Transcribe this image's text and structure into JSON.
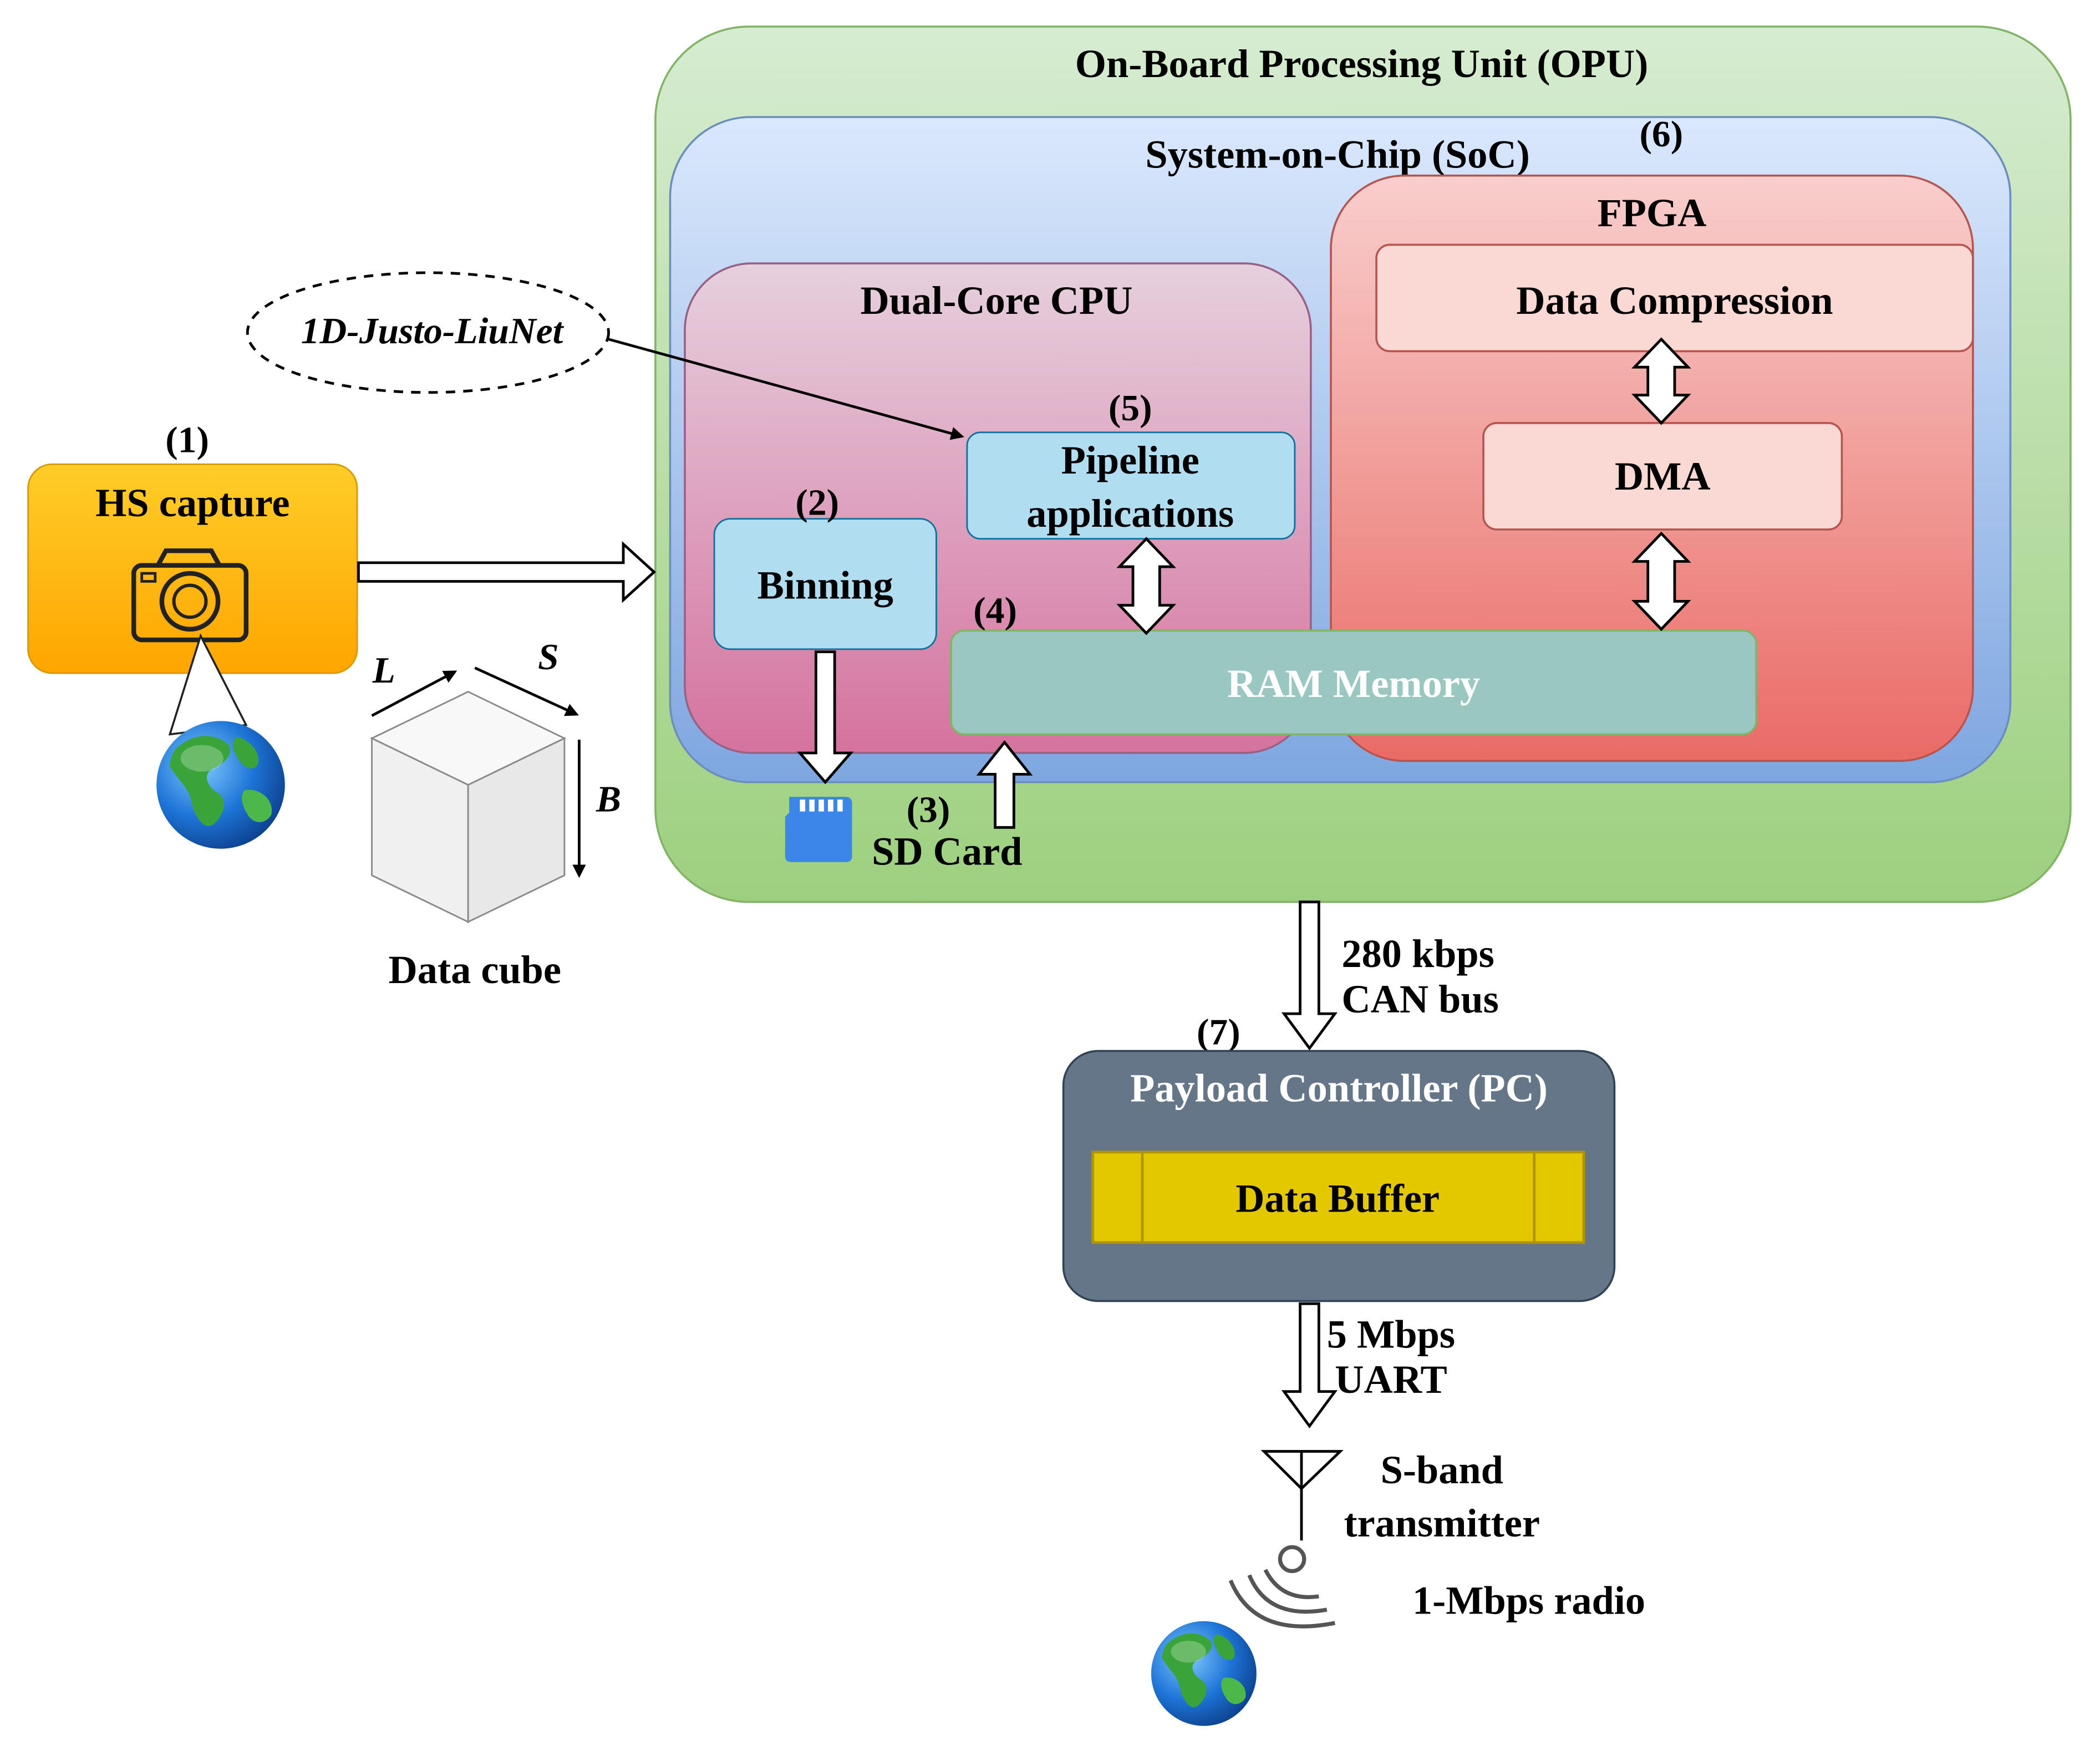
{
  "opu": {
    "title": "On-Board Processing Unit (OPU)"
  },
  "soc": {
    "title": "System-on-Chip (SoC)",
    "step": "(6)"
  },
  "fpga": {
    "title": "FPGA",
    "compression": "Data Compression",
    "dma": "DMA"
  },
  "cpu": {
    "title": "Dual-Core CPU",
    "binning": "Binning",
    "binning_step": "(2)",
    "pipeline_line1": "Pipeline",
    "pipeline_line2": "applications",
    "pipeline_step": "(5)",
    "ram": "RAM Memory",
    "ram_step": "(4)"
  },
  "sd_card": {
    "label": "SD Card",
    "step": "(3)"
  },
  "network": {
    "label": "1D-Justo-LiuNet"
  },
  "capture": {
    "title": "HS capture",
    "step": "(1)"
  },
  "cube": {
    "label": "Data cube",
    "axis_l": "L",
    "axis_s": "S",
    "axis_b": "B"
  },
  "link_can": {
    "rate": "280 kbps",
    "name": "CAN bus"
  },
  "pc": {
    "title": "Payload Controller (PC)",
    "step": "(7)",
    "buffer": "Data Buffer"
  },
  "link_uart": {
    "rate": "5 Mbps",
    "name": "UART"
  },
  "transmitter": {
    "line1": "S-band",
    "line2": "transmitter"
  },
  "radio": {
    "label": "1-Mbps radio"
  },
  "icons": [
    "camera-icon",
    "earth-globe-icon",
    "sd-card-icon",
    "antenna-icon",
    "radio-waves-icon"
  ],
  "colors": {
    "opu_fill": "#b5dca6",
    "soc_fill": "#c9ddf6",
    "fpga_fill": "#f2a8a6",
    "cpu_fill": "#dca0c0",
    "light_blue_box": "#abdaee",
    "ram_fill": "#9ecbbf",
    "capture_fill": "#ffb41f",
    "pc_fill": "#66778a",
    "buffer_fill": "#e2c400"
  }
}
